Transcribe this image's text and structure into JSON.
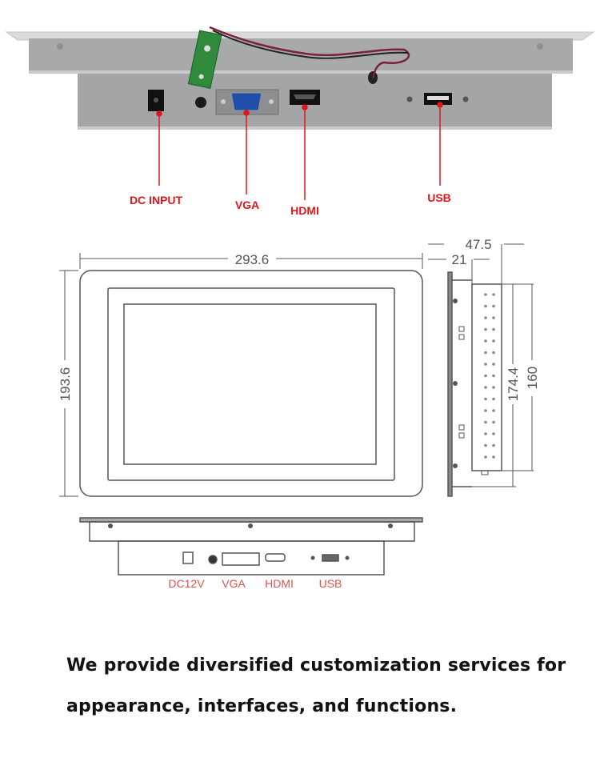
{
  "photo_labels": {
    "dc_input": "DC INPUT",
    "vga": "VGA",
    "hdmi": "HDMI",
    "usb": "USB"
  },
  "dimensions": {
    "width": "293.6",
    "height": "193.6",
    "depth_total": "47.5",
    "depth_front": "21",
    "side_height": "174.4",
    "side_inner_height": "160"
  },
  "drawing_labels": {
    "dc": "DC12V",
    "vga": "VGA",
    "hdmi": "HDMI",
    "usb": "USB"
  },
  "caption": {
    "line1": "We provide diversified customization services for",
    "line2": "appearance, interfaces, and functions."
  },
  "colors": {
    "label_red": "#e0161c",
    "metal": "#a9abad"
  }
}
